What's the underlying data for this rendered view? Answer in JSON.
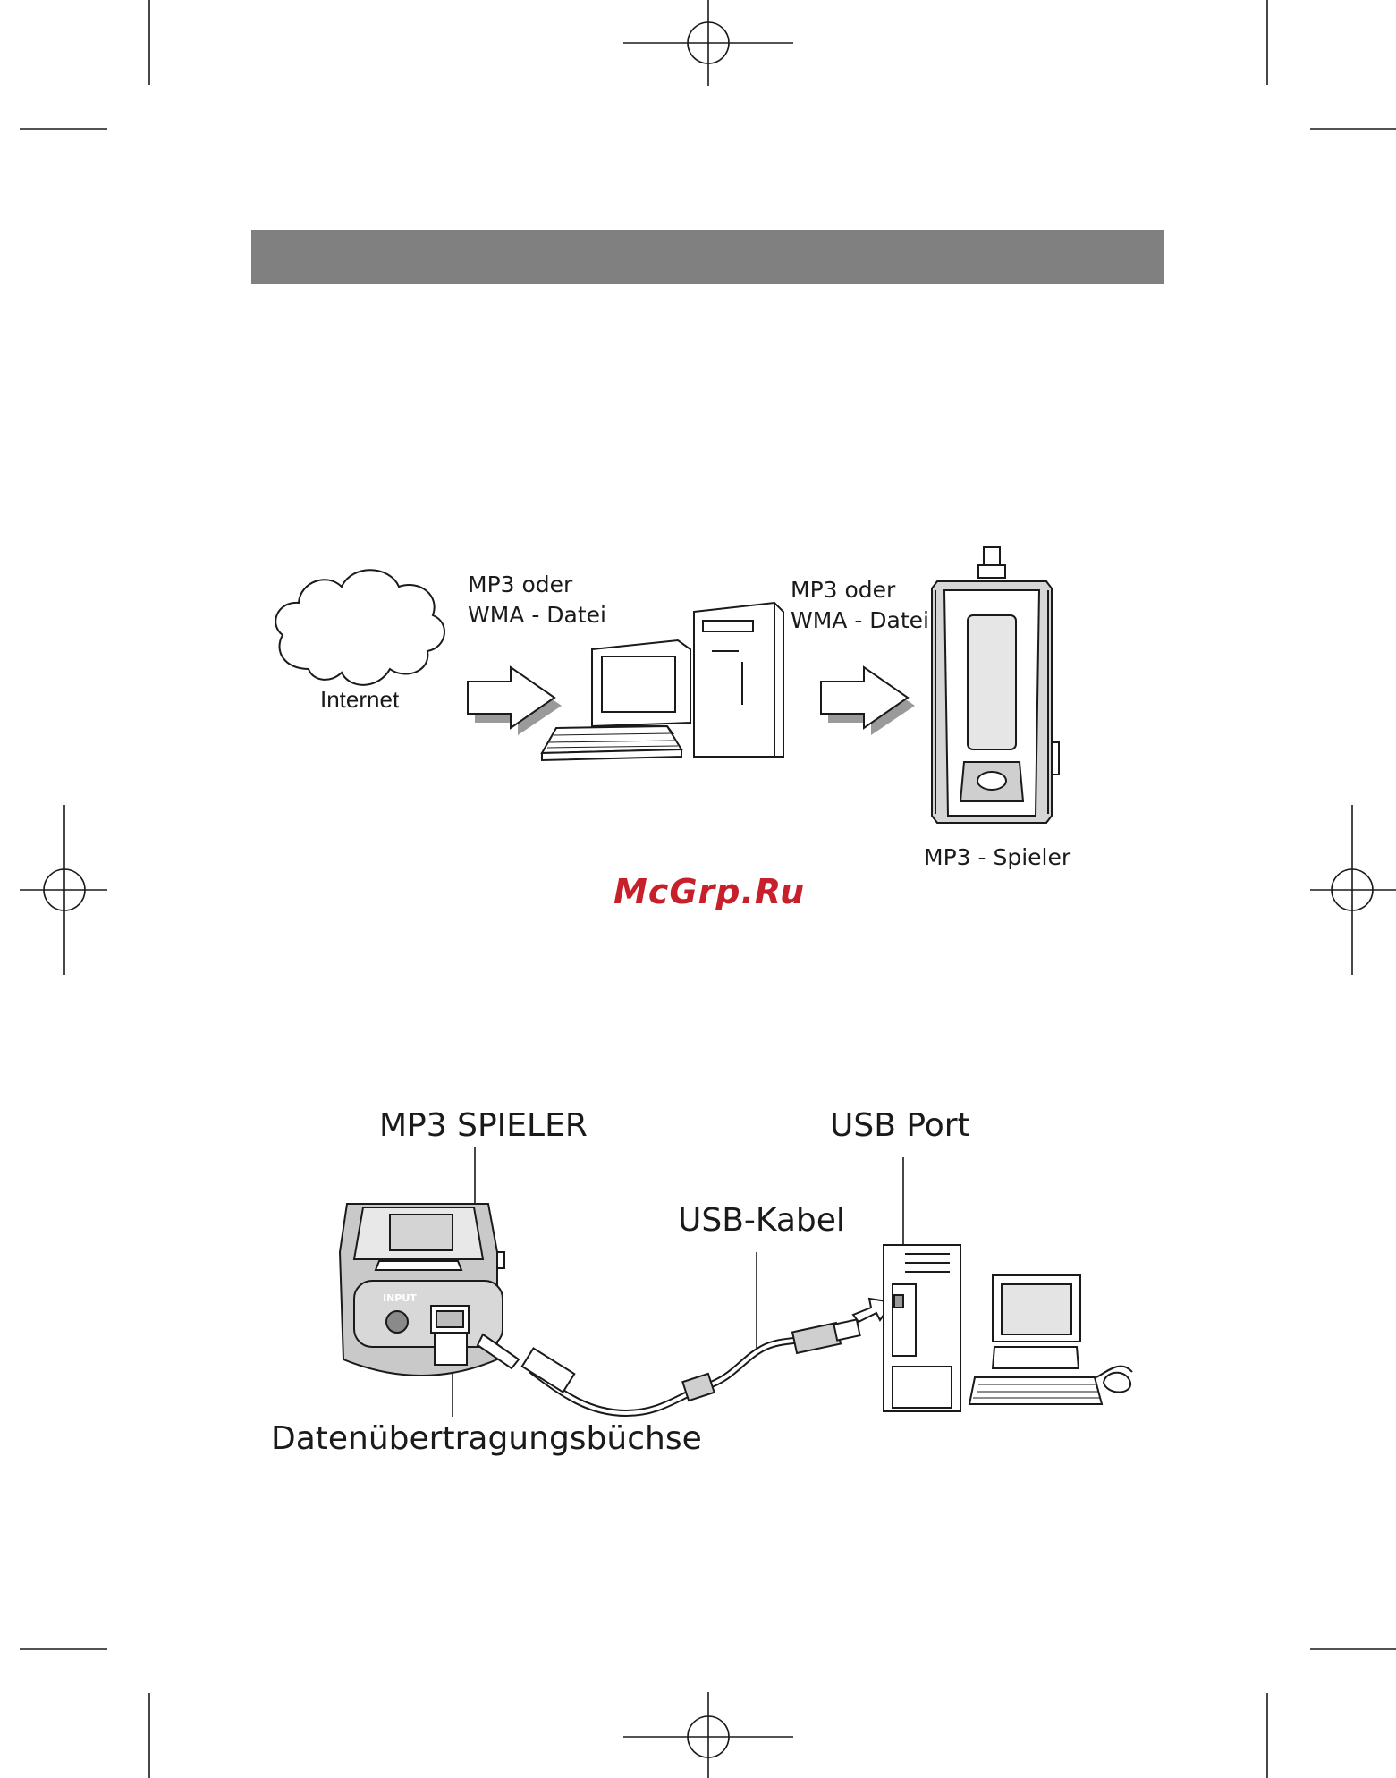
{
  "colors": {
    "header_bar": "#808080",
    "watermark": "#c8202a",
    "line": "#1a1a1a",
    "device_fill": "#bdbdbd"
  },
  "diagram1": {
    "internet_label": "Internet",
    "arrow1_label_line1": "MP3 oder",
    "arrow1_label_line2": "WMA - Datei",
    "arrow2_label_line1": "MP3 oder",
    "arrow2_label_line2": "WMA - Datei",
    "player_label": "MP3 - Spieler"
  },
  "watermark": "McGrp.Ru",
  "diagram2": {
    "player_label": "MP3 SPIELER",
    "usb_port_label": "USB Port",
    "cable_label": "USB-Kabel",
    "socket_label": "Datenübertragungsbüchse",
    "input_text": "INPUT"
  },
  "icons": [
    "registration-mark-icon",
    "cloud-icon",
    "arrow-right-icon",
    "computer-icon",
    "mp3-player-icon",
    "usb-cable-icon"
  ]
}
